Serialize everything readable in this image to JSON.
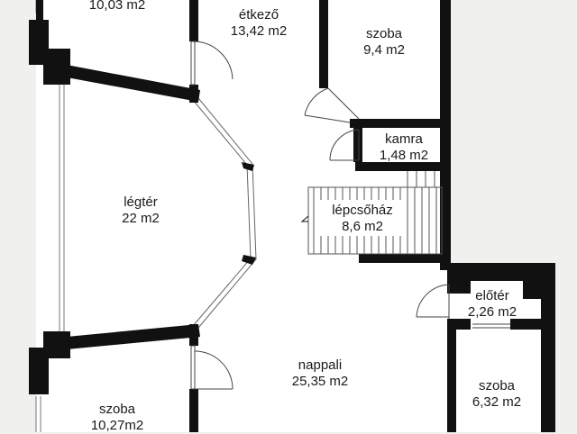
{
  "floorplan": {
    "rooms": [
      {
        "id": "top-left-room",
        "name": "",
        "area": "10,03 m2"
      },
      {
        "id": "etkezo",
        "name": "étkező",
        "area": "13,42 m2"
      },
      {
        "id": "szoba-top",
        "name": "szoba",
        "area": "9,4 m2"
      },
      {
        "id": "kamra",
        "name": "kamra",
        "area": "1,48 m2"
      },
      {
        "id": "legter",
        "name": "légtér",
        "area": "22 m2"
      },
      {
        "id": "lepcsohaz",
        "name": "lépcsőház",
        "area": "8,6 m2"
      },
      {
        "id": "eloter",
        "name": "előtér",
        "area": "2,26 m2"
      },
      {
        "id": "nappali",
        "name": "nappali",
        "area": "25,35 m2"
      },
      {
        "id": "szoba-right",
        "name": "szoba",
        "area": "6,32 m2"
      },
      {
        "id": "szoba-bottom",
        "name": "szoba",
        "area": "10,27m2"
      }
    ],
    "colors": {
      "background": "#f0f0ee",
      "floor": "#ffffff",
      "wall": "#111111",
      "line": "#555555"
    }
  }
}
